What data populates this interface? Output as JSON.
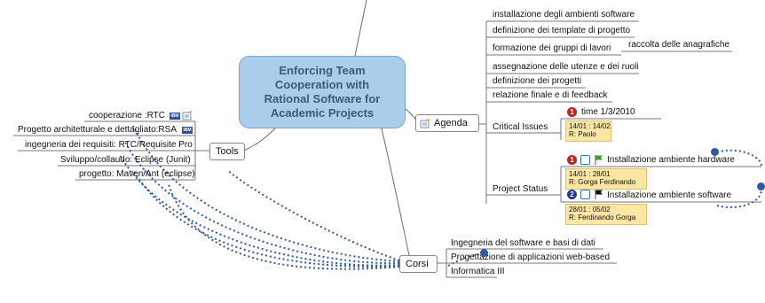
{
  "central": {
    "title": "Enforcing Team\nCooperation with\nRational Software for\nAcademic Projects"
  },
  "agenda": {
    "label": "Agenda",
    "items": [
      "installazione degli ambienti software",
      "definizione dei template di progetto",
      "formazione dei gruppi di lavori",
      "assegnazione delle utenze e dei ruoli",
      "definizione dei progetti",
      "relazione finale e di feedback"
    ],
    "sub_item": "raccolta delle anagrafiche",
    "critical_issues": {
      "label": "Critical Issues",
      "priority": "1",
      "task": "time 1/3/2010",
      "note_dates": "14/01 : 14/02",
      "note_resource": "R: Paolo"
    },
    "project_status": {
      "label": "Project Status",
      "tasks": [
        {
          "priority": "1",
          "flag_color": "#2fa52f",
          "label": "Installazione ambiente hardware",
          "dates": "14/01 : 28/01",
          "resource": "R: Gorga Ferdinando"
        },
        {
          "priority": "2",
          "flag_color": "#111111",
          "label": "Installazione ambiente software",
          "dates": "28/01 : 05/02",
          "resource": "R: Ferdinando Gorga"
        }
      ]
    }
  },
  "tools": {
    "label": "Tools",
    "items": [
      "cooperazione :RTC",
      "Progetto architetturale e dettagliato:RSA",
      "ingegneria dei requisiti: RTC/Requisite Pro",
      "Sviluppo/collaudo: Eclipse (Junit)",
      "progetto: Maven/Ant (eclipse)"
    ],
    "ibm_badge": "IBM"
  },
  "corsi": {
    "label": "Corsi",
    "items": [
      "Ingegneria del software e basi di dati",
      "Progettazione di applicazioni web-based",
      "Informatica III"
    ]
  },
  "colors": {
    "central_fill": "#a9cdea",
    "central_text": "#3d5a7a",
    "connector_dotted": "#2e5aa8",
    "sticky_note": "#fbe6a4"
  }
}
